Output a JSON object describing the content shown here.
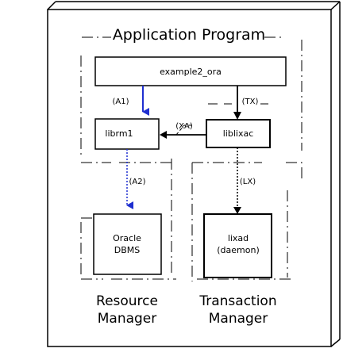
{
  "diagram": {
    "title": "Application Program",
    "program_box": "example2_ora",
    "labels": {
      "a1": "(A1)",
      "a2": "(A2)",
      "tx": "(TX)",
      "xa": "(XA)",
      "lx": "(LX)"
    },
    "boxes": {
      "librm1": "librm1",
      "liblixac": "liblixac",
      "oracle_line1": "Oracle",
      "oracle_line2": "DBMS",
      "lixad_line1": "lixad",
      "lixad_line2": "(daemon)"
    },
    "managers": {
      "resource_line1": "Resource",
      "resource_line2": "Manager",
      "transaction_line1": "Transaction",
      "transaction_line2": "Manager"
    },
    "colors": {
      "stroke": "#000000",
      "arrow_blue": "#1f2fd0",
      "background": "#ffffff"
    }
  }
}
